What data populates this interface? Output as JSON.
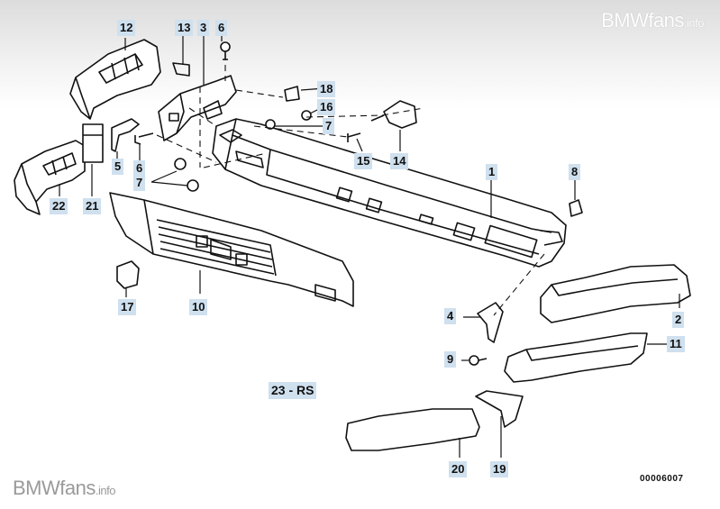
{
  "watermark": {
    "top_main": "BMWfans",
    "top_suffix": ".info",
    "bottom_main": "BMWfans",
    "bottom_suffix": ".info"
  },
  "callouts": {
    "c1": "1",
    "c2": "2",
    "c3": "3",
    "c4": "4",
    "c5": "5",
    "c6a": "6",
    "c6b": "6",
    "c7a": "7",
    "c7b": "7",
    "c8": "8",
    "c9": "9",
    "c10": "10",
    "c11": "11",
    "c12": "12",
    "c13": "13",
    "c14": "14",
    "c15": "15",
    "c16": "16",
    "c17": "17",
    "c18": "18",
    "c19": "19",
    "c20": "20",
    "c21": "21",
    "c22": "22"
  },
  "variant_label": "23 - RS",
  "doc_number": "00006007",
  "colors": {
    "callout_bg": "#cfe0ee",
    "line": "#111111"
  }
}
